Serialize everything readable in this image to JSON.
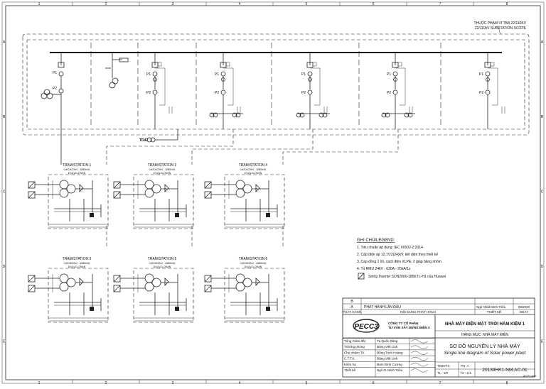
{
  "border": {
    "columns": [
      "1",
      "2",
      "3",
      "4",
      "5",
      "6",
      "7",
      "8"
    ],
    "rows": [
      "A",
      "B",
      "C",
      "D",
      "E"
    ]
  },
  "substation": {
    "label_line1": "THUỘC PHẠM VI TBA 22/110KV",
    "label_line2": "22/110kV SUBSTATION SCOPE",
    "feeder_tag": "TD42",
    "p1": "P1",
    "p2": "P2"
  },
  "stations": [
    {
      "title": "TRẠM/STATION 1",
      "spec1": "0,8/0,8/22kV - 4080kVA",
      "spec2": "Dy11y11-ONAN"
    },
    {
      "title": "TRẠM/STATION 2",
      "spec1": "0,8/0,8/22kV - 4080kVA",
      "spec2": "Dy11y11-ONAN"
    },
    {
      "title": "TRẠM/STATION 4",
      "spec1": "0,8/0,8/22kV - 4080kVA",
      "spec2": "Dy11y11-ONAN"
    },
    {
      "title": "TRẠM/STATION 3",
      "spec1": "0,8/0,8/22kV - 4080kVA",
      "spec2": "Dy11y11-ONAN"
    },
    {
      "title": "TRẠM/STATION 5",
      "spec1": "0,8/0,8/22kV - 4080kVA",
      "spec2": "Dy11y11-ONAN"
    },
    {
      "title": "TRẠM/STATION 6",
      "spec1": "0,8/0,8/22kV - 4080kVA",
      "spec2": "Dy11y11-ONAN"
    }
  ],
  "legend": {
    "title": "GHI CHÚ/LEGEND:",
    "items": [
      "1. Tiêu chuẩn áp dụng: IEC 60502-2:2014",
      "2. Cấp điện áp 12,7/22(24)kV; tiết diện theo thiết kế",
      "3. Cáp đồng 1 lõi, cách điện XLPE, 2 giáp băng nhôm",
      "4. Tủ RMU 24kV - 630A - 20kA/1s"
    ],
    "inverter": "String Inverter SUN2000-185KTL-H1 của Huawei"
  },
  "titleblock": {
    "rev_b": "B",
    "rev_a": "A",
    "rev_a_desc": "PHÁT HÀNH LẦN ĐẦU",
    "rev_a_by": "Ngô Nhật Minh Triều",
    "rev_a_date": "08/2020",
    "hdr_issue": "PHÁT HÀNH",
    "hdr_content": "NỘI DUNG PHÁT HÀNH",
    "hdr_design": "THIẾT KẾ",
    "hdr_date": "NGÀY",
    "company1": "CÔNG TY CỔ PHẦN",
    "company2": "TƯ VẤN XÂY DỰNG ĐIỆN 3",
    "logo": "PECC3",
    "project": "NHÀ MÁY ĐIỆN MẶT TRỜI HÀM KIỆM 1",
    "category": "HẠNG MỤC: NHÀ MÁY ĐIỆN",
    "drawing_title_vi": "SƠ ĐỒ NGUYÊN LÝ NHÀ MÁY",
    "drawing_title_en": "Single line diagram of Solar power plant",
    "roles": [
      {
        "role": "Tổng Giám đốc",
        "name": "Tạ Quốc Dũng"
      },
      {
        "role": "Trưởng phòng",
        "name": "Đặng Việt Linh"
      },
      {
        "role": "Chủ nhiệm TK",
        "name": "Đồng Trịnh Hoàng"
      },
      {
        "role": "C.T.T.K.",
        "name": "Đặng Việt Linh"
      },
      {
        "role": "Kiểm tra",
        "name": "Đàm Đình Cường"
      },
      {
        "role": "Thiết kế",
        "name": "Ngô N. Minh Triều"
      }
    ],
    "stage": "TKBVTC",
    "phase": "PH: A",
    "scale": "TL : 1/#",
    "sheet": "Tờ : 1/1",
    "drawing_no": "20139HK1-NM.AC-01",
    "footer_code": "A3 P.Lab3"
  }
}
